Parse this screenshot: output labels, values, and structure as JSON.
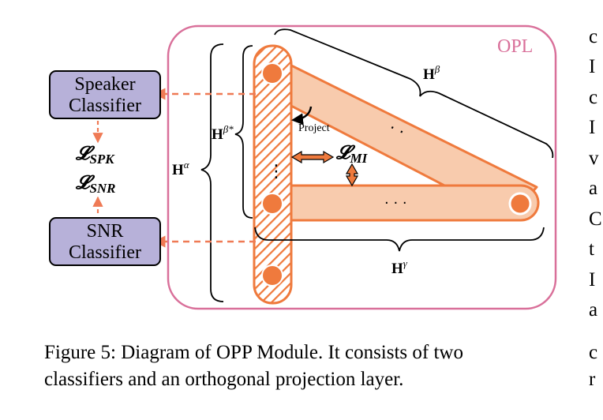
{
  "labels": {
    "opl": "OPL",
    "h_beta": "H",
    "h_beta_sup": "β",
    "h_beta_star": "H",
    "h_beta_star_sup": "β*",
    "h_alpha": "H",
    "h_alpha_sup": "α",
    "h_gamma": "H",
    "h_gamma_sup": "γ",
    "project": "Project",
    "loss_mi_main": "𝓛",
    "loss_mi_sub": "MI",
    "loss_spk_main": "𝓛",
    "loss_spk_sub": "SPK",
    "loss_snr_main": "𝓛",
    "loss_snr_sub": "SNR",
    "ellipsis_diag": "· ·",
    "ellipsis_horiz": "· · ·",
    "ellipsis_vert": "⋮"
  },
  "classifiers": {
    "speaker": [
      "Speaker",
      "Classifier"
    ],
    "snr": [
      "SNR",
      "Classifier"
    ]
  },
  "caption": {
    "line1": "Figure 5: Diagram of OPP Module. It consists of two",
    "line2": "classifiers and an orthogonal projection layer."
  },
  "right_column_letters": [
    "c",
    "I",
    "c",
    "I",
    "v",
    "a",
    "C",
    "t",
    "I",
    "a",
    "c",
    "r"
  ],
  "colors": {
    "opl_border": "#d9709a",
    "orange": "#ef7a3d",
    "band_fill": "#f8cbad",
    "classifier_fill": "#b7b1d9",
    "dashed_arrow": "#ef7a55"
  }
}
